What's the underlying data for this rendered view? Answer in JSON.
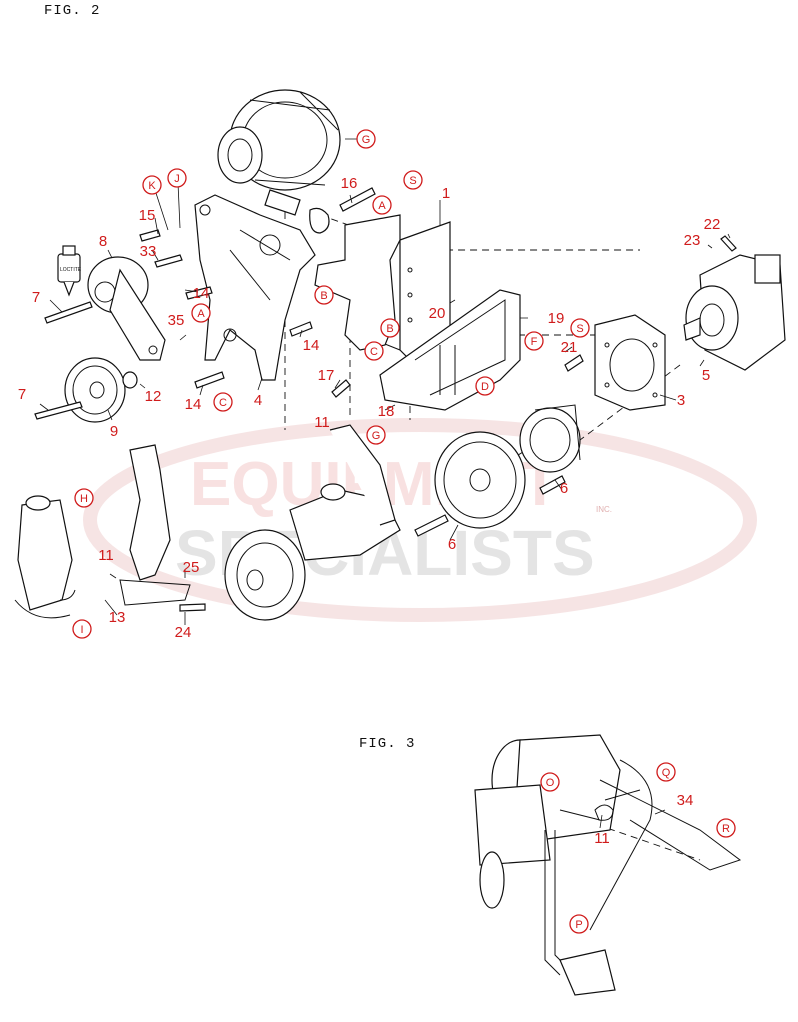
{
  "figures": {
    "fig2_title": "FIG. 2",
    "fig3_title": "FIG. 3"
  },
  "watermark": {
    "line1": "EQUIPMENT",
    "line2": "SPECIALISTS",
    "inc": "INC.",
    "brand_color": "#d01c1c"
  },
  "loctite_label": "LOCTITE",
  "fig2_numbers": [
    "1",
    "3",
    "4",
    "5",
    "6",
    "6",
    "7",
    "7",
    "8",
    "9",
    "11",
    "11",
    "12",
    "13",
    "14",
    "14",
    "14",
    "15",
    "16",
    "17",
    "18",
    "19",
    "20",
    "21",
    "22",
    "23",
    "24",
    "25",
    "33",
    "35"
  ],
  "fig2_circles": [
    "A",
    "A",
    "B",
    "B",
    "C",
    "C",
    "D",
    "F",
    "G",
    "G",
    "H",
    "I",
    "J",
    "K",
    "S",
    "S"
  ],
  "fig3_numbers": [
    "11",
    "34"
  ],
  "fig3_circles": [
    "O",
    "P",
    "Q",
    "R"
  ],
  "icons": {
    "glue_bottle": "loctite-bottle-icon"
  }
}
